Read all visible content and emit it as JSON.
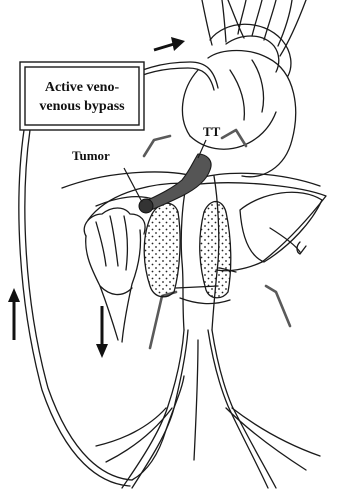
{
  "labels": {
    "bypass_line1": "Active veno-",
    "bypass_line2": "venous bypass",
    "tumor": "Tumor",
    "tt": "TT"
  },
  "colors": {
    "ink": "#1a1a1a",
    "tumor_fill": "#555555",
    "background": "#ffffff"
  },
  "icons": {
    "flow_top": "arrow-right-icon",
    "flow_left": "arrow-up-icon",
    "flow_middle": "arrow-down-icon"
  }
}
